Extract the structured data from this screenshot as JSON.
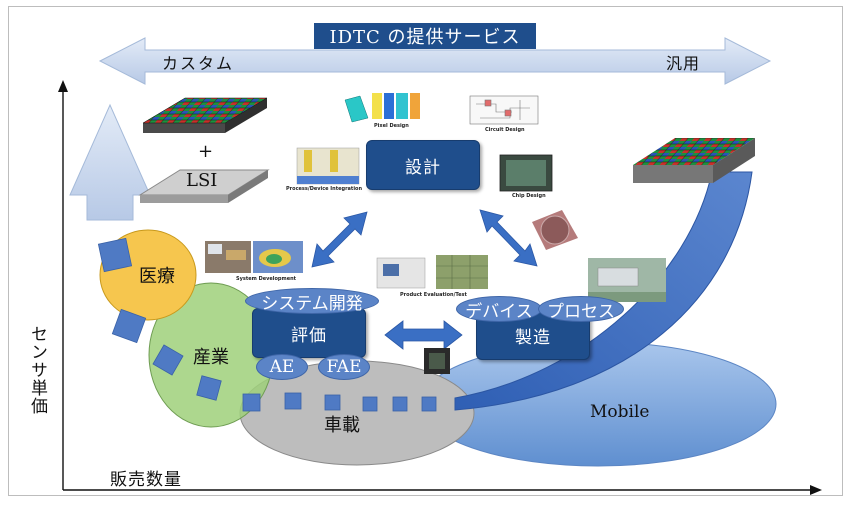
{
  "header": {
    "title": "IDTC の提供サービス"
  },
  "range_arrow": {
    "left_label": "カスタム",
    "right_label": "汎用"
  },
  "axes": {
    "y_label": "センサ単価",
    "x_label": "販売数量"
  },
  "chips": {
    "plus": "+",
    "lsi": "LSI"
  },
  "nodes": {
    "design": "設計",
    "evaluation": "評価",
    "manufacturing": "製造"
  },
  "pills": {
    "system_dev": "システム開発",
    "ae": "AE",
    "fae": "FAE",
    "device": "デバイス",
    "process": "プロセス"
  },
  "markets": {
    "medical": "医療",
    "industrial": "産業",
    "automotive": "車載",
    "mobile": "Mobile"
  },
  "captions": {
    "pixel_design": "Pixel Design",
    "circuit_design": "Circuit Design",
    "process_device": "Process/Device Integration",
    "chip_design": "Chip Design",
    "system_development": "System Development",
    "product_eval": "Product Evaluation/Test"
  },
  "colors": {
    "navy": "#1f4e8c",
    "accent_blue": "#5b84c7",
    "light_arrow": "#c5d4ec",
    "medical": "#f6c64e",
    "industrial": "#9fd07a",
    "automotive": "#bdbdbd",
    "mobile": "#7fa8dd"
  }
}
